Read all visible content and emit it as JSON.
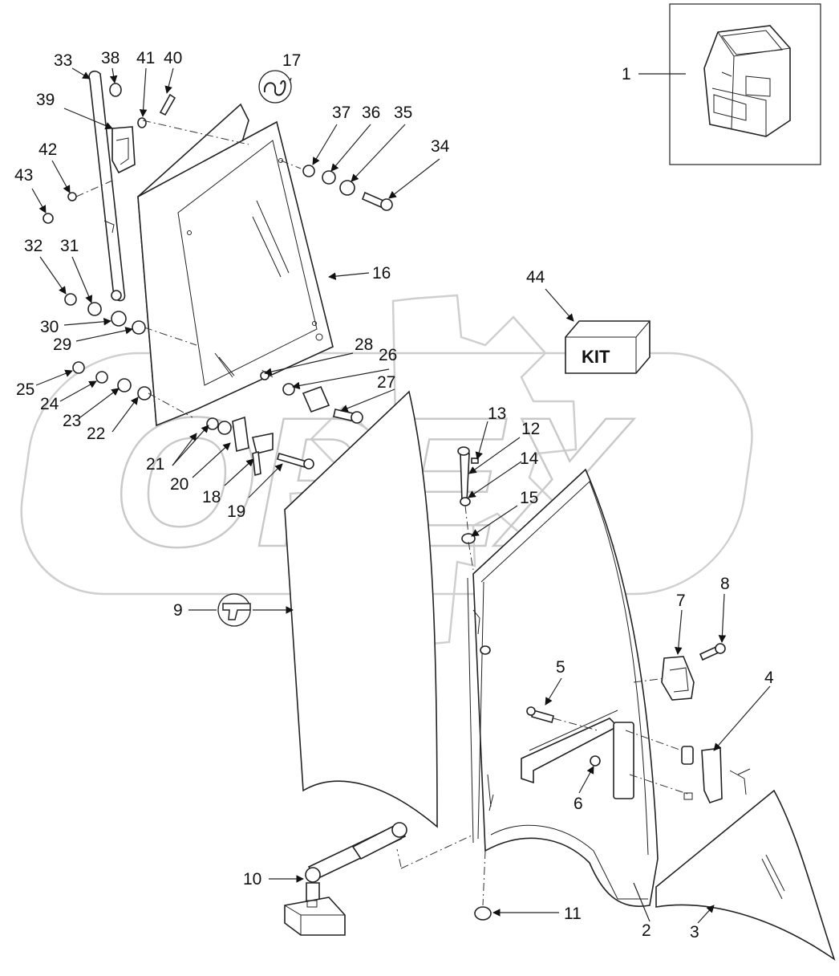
{
  "callouts": [
    {
      "id": "1",
      "label": "1"
    },
    {
      "id": "2",
      "label": "2"
    },
    {
      "id": "3",
      "label": "3"
    },
    {
      "id": "4",
      "label": "4"
    },
    {
      "id": "5",
      "label": "5"
    },
    {
      "id": "6",
      "label": "6"
    },
    {
      "id": "7",
      "label": "7"
    },
    {
      "id": "8",
      "label": "8"
    },
    {
      "id": "9",
      "label": "9"
    },
    {
      "id": "10",
      "label": "10"
    },
    {
      "id": "11",
      "label": "11"
    },
    {
      "id": "12",
      "label": "12"
    },
    {
      "id": "13",
      "label": "13"
    },
    {
      "id": "14",
      "label": "14"
    },
    {
      "id": "15",
      "label": "15"
    },
    {
      "id": "16",
      "label": "16"
    },
    {
      "id": "17",
      "label": "17"
    },
    {
      "id": "18",
      "label": "18"
    },
    {
      "id": "19",
      "label": "19"
    },
    {
      "id": "20",
      "label": "20"
    },
    {
      "id": "21",
      "label": "21"
    },
    {
      "id": "22",
      "label": "22"
    },
    {
      "id": "23",
      "label": "23"
    },
    {
      "id": "24",
      "label": "24"
    },
    {
      "id": "25",
      "label": "25"
    },
    {
      "id": "26",
      "label": "26"
    },
    {
      "id": "27",
      "label": "27"
    },
    {
      "id": "28",
      "label": "28"
    },
    {
      "id": "29",
      "label": "29"
    },
    {
      "id": "30",
      "label": "30"
    },
    {
      "id": "31",
      "label": "31"
    },
    {
      "id": "32",
      "label": "32"
    },
    {
      "id": "33",
      "label": "33"
    },
    {
      "id": "34",
      "label": "34"
    },
    {
      "id": "35",
      "label": "35"
    },
    {
      "id": "36",
      "label": "36"
    },
    {
      "id": "37",
      "label": "37"
    },
    {
      "id": "38",
      "label": "38"
    },
    {
      "id": "39",
      "label": "39"
    },
    {
      "id": "40",
      "label": "40"
    },
    {
      "id": "41",
      "label": "41"
    },
    {
      "id": "42",
      "label": "42"
    },
    {
      "id": "43",
      "label": "43"
    },
    {
      "id": "44",
      "label": "44"
    }
  ],
  "kit_box": {
    "label": "KIT"
  },
  "watermark": {
    "text": "OPEX"
  },
  "icons": {
    "sealant": "sealant-symbol-icon",
    "adhesive": "adhesive-gun-icon"
  },
  "colors": {
    "line": "#222222",
    "watermark": "#c9c9c9",
    "background": "#ffffff"
  }
}
